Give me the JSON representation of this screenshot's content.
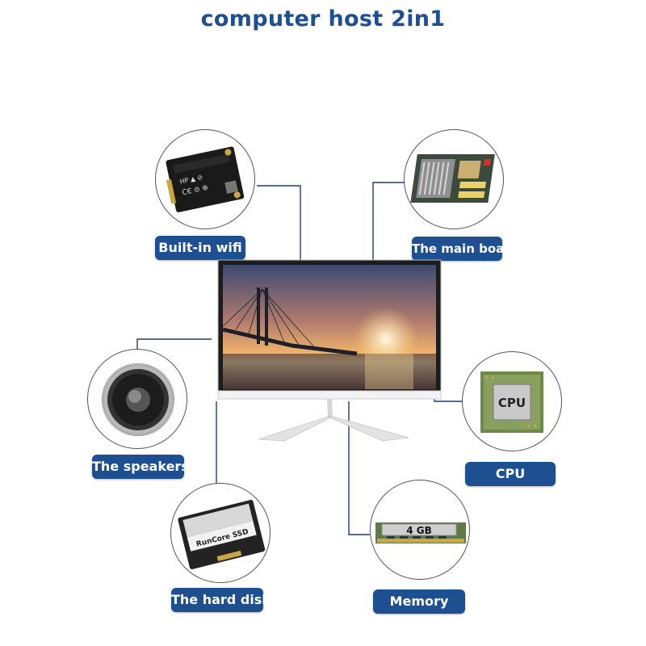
{
  "title": "computer host 2in1",
  "components": {
    "wifi": {
      "label": "Built-in wifi",
      "icon": "wifi-card-icon"
    },
    "mainboard": {
      "label": "The main board",
      "icon": "motherboard-icon"
    },
    "speakers": {
      "label": "The speakers",
      "icon": "speaker-icon"
    },
    "cpu": {
      "label": "CPU",
      "chip_text": "CPU",
      "icon": "cpu-chip-icon"
    },
    "harddisk": {
      "label": "The hard disk",
      "ssd_text": "RunCore SSD",
      "icon": "ssd-icon"
    },
    "memory": {
      "label": "Memory",
      "ram_text": "4 GB",
      "icon": "ram-stick-icon"
    }
  },
  "colors": {
    "accent": "#1d4f91",
    "line": "#1f3f6e"
  }
}
